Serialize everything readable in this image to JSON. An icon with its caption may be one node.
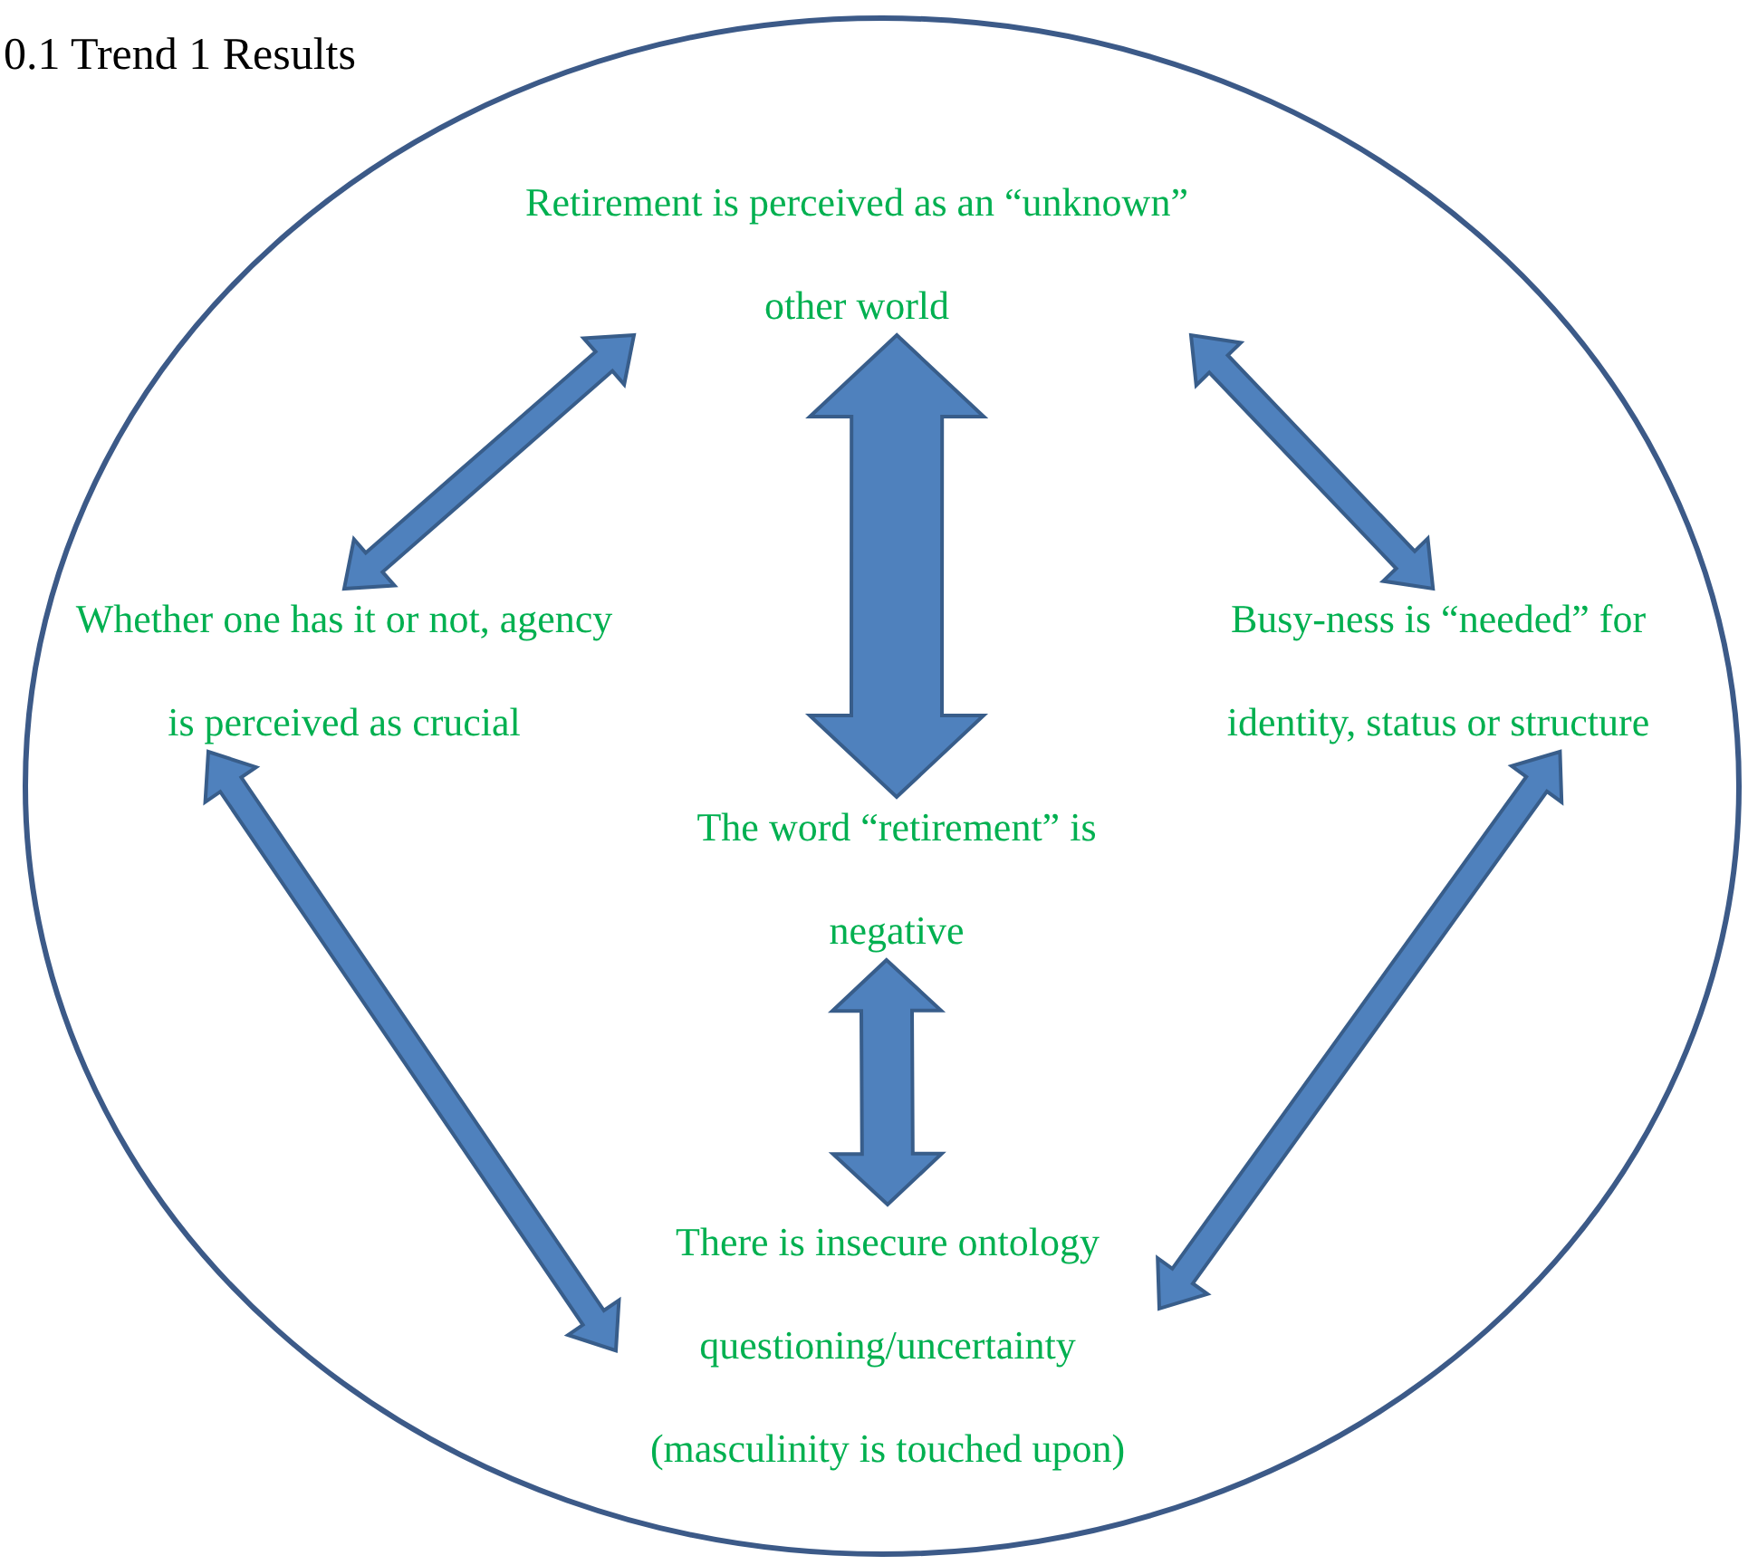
{
  "diagram": {
    "title": "0.1 Trend 1 Results",
    "nodes": [
      {
        "text": [],
        "shape": "circle"
      },
      {
        "text": [
          "Retirement is perceived as an “unknown” other world"
        ],
        "in": 0
      },
      {
        "text": [
          "Whether one has it or not, agency is perceived as crucial"
        ],
        "in": 0
      },
      {
        "text": [
          "Busy-ness is “needed” for identity, status or structure"
        ],
        "in": 0
      },
      {
        "text": [
          "The word “retirement” is negative"
        ],
        "in": 0
      },
      {
        "text": [
          "There is insecure ontology questioning/uncertainty (masculinity is touched upon)"
        ],
        "in": 0
      }
    ],
    "edges": [
      {
        "from": 1,
        "to": 2,
        "arrow": "both"
      },
      {
        "from": 1,
        "to": 3,
        "arrow": "both"
      },
      {
        "from": 1,
        "to": 4,
        "arrow": "both"
      },
      {
        "from": 4,
        "to": 5,
        "arrow": "both"
      },
      {
        "from": 2,
        "to": 5,
        "arrow": "both"
      },
      {
        "from": 3,
        "to": 5,
        "arrow": "both"
      }
    ]
  }
}
